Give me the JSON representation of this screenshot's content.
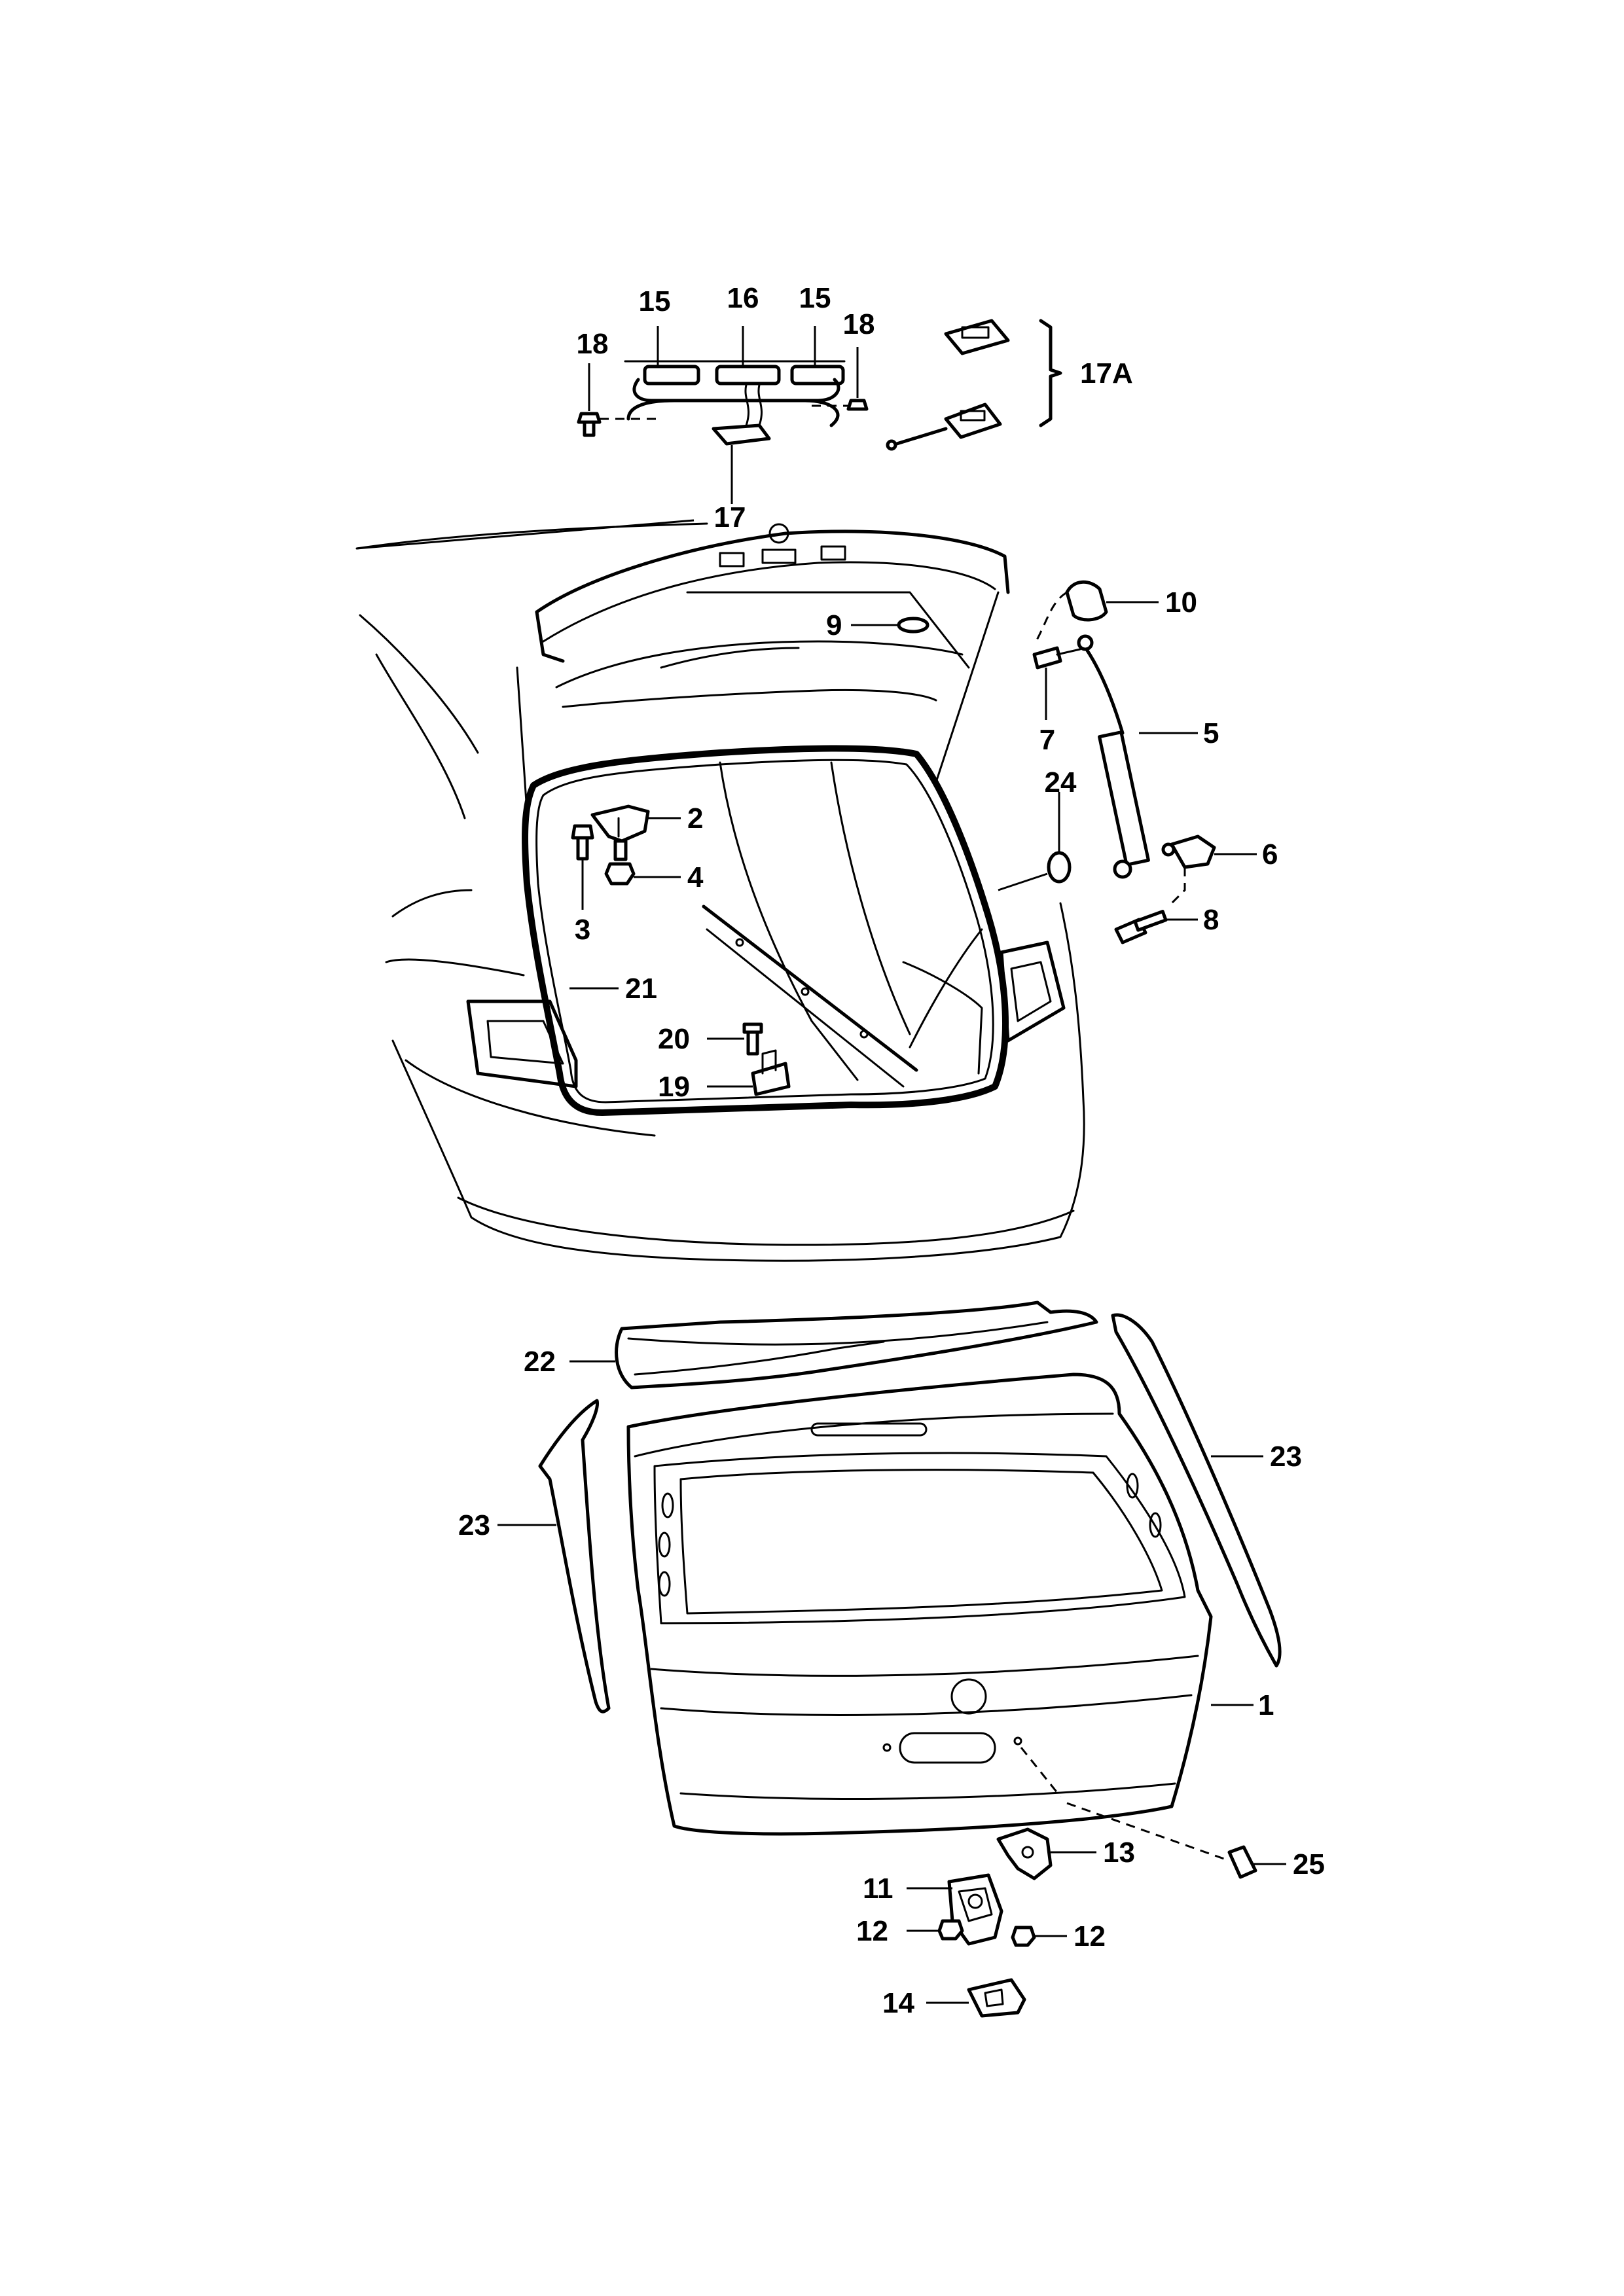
{
  "callouts": {
    "c1": "1",
    "c2": "2",
    "c3": "3",
    "c4": "4",
    "c5": "5",
    "c6": "6",
    "c7": "7",
    "c8": "8",
    "c9": "9",
    "c10": "10",
    "c11": "11",
    "c12a": "12",
    "c12b": "12",
    "c13": "13",
    "c14": "14",
    "c15a": "15",
    "c15b": "15",
    "c16": "16",
    "c17": "17",
    "c17A": "17A",
    "c18a": "18",
    "c18b": "18",
    "c19": "19",
    "c20": "20",
    "c21": "21",
    "c22": "22",
    "c23a": "23",
    "c23b": "23",
    "c24": "24",
    "c25": "25"
  }
}
